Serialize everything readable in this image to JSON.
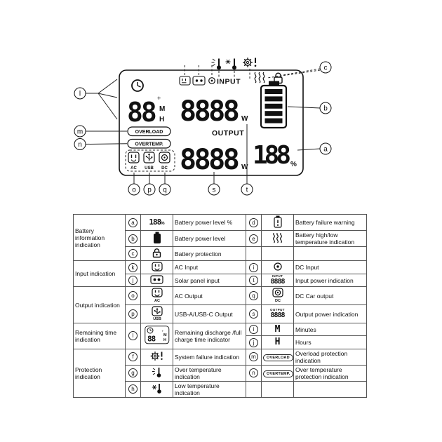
{
  "diagram": {
    "panel": {
      "time": {
        "digits": "88",
        "plus": "+",
        "m": "M",
        "h": "H"
      },
      "overload": "OVERLOAD",
      "overtemp": "OVERTEMP.",
      "input_label": "INPUT",
      "input_digits": "8888",
      "input_unit": "W",
      "output_label": "OUTPUT",
      "output_digits": "8888",
      "output_unit": "W",
      "battery_percent_digits": "188",
      "battery_percent_sign": "%",
      "ports": {
        "ac": "AC",
        "usb": "USB",
        "dc": "DC"
      }
    },
    "callouts": {
      "a": "a",
      "b": "b",
      "c": "c",
      "l": "l",
      "m": "m",
      "n": "n",
      "o": "o",
      "p": "p",
      "q": "q",
      "s": "s",
      "t": "t"
    }
  },
  "icons": {
    "clock-icon": "clock face",
    "battery-gauge-icon": "battery with level bars",
    "heat-waves-icon": "heat waves",
    "lock-icon": "padlock",
    "thermometer-hot-icon": "thermometer with heat rays",
    "thermometer-cold-icon": "thermometer with snowflake",
    "gear-alert-icon": "gear with exclamation mark",
    "ac-plug-icon": "AC plug in rounded square",
    "usb-icon": "USB trident in rounded square",
    "dc-socket-icon": "car socket in rounded square",
    "dc-input-icon": "circle with dot",
    "solar-input-icon": "connector with two dots",
    "battery-filled-icon": "solid battery",
    "battery-fail-icon": "battery with exclamation mark",
    "seven-segment-icon": "8888 digits"
  },
  "table": {
    "groups": [
      {
        "category": "Battery information indication"
      },
      {
        "category": "Input indication"
      },
      {
        "category": "Output indication"
      },
      {
        "category": "Remaining time indication"
      },
      {
        "category": "Protection indication"
      }
    ],
    "rows": [
      {
        "l1": "a",
        "d1": "Battery power level %",
        "l2": "d",
        "d2": "Battery failure warning"
      },
      {
        "l1": "b",
        "d1": "Battery power level",
        "l2": "e",
        "d2": "Battery high/low temperature indication"
      },
      {
        "l1": "c",
        "d1": "Battery protection",
        "l2": "",
        "d2": ""
      },
      {
        "l1": "k",
        "d1": "AC Input",
        "l2": "i",
        "d2": "DC Input"
      },
      {
        "l1": "j",
        "d1": "Solar panel input",
        "l2": "t",
        "d2": "Input power indication"
      },
      {
        "l1": "o",
        "d1": "AC Output",
        "l2": "q",
        "d2": "DC Car output"
      },
      {
        "l1": "p",
        "d1": "USB-A/USB-C Output",
        "l2": "s",
        "d2": "Output power indication"
      },
      {
        "l1": "l",
        "d1": "Remaining discharge /full charge time indicator",
        "l2": "i",
        "d2": "Minutes"
      },
      {
        "l2": "j",
        "d2": "Hours"
      },
      {
        "l1": "f",
        "d1": "System failure indication",
        "l2": "m",
        "d2": "Overload protection indication"
      },
      {
        "l1": "g",
        "d1": "Over temperature indication",
        "l2": "n",
        "d2": "Over temperature protection indication"
      },
      {
        "l1": "h",
        "d1": "Low temperature indication",
        "l2": "",
        "d2": ""
      }
    ],
    "icon_texts": {
      "battery_percent": "188",
      "percent": "%",
      "seg4": "8888",
      "input": "INPUT",
      "output": "OUTPUT",
      "minutes_sym": "M",
      "hours_sym": "H",
      "overload": "OVERLOAD",
      "overtemp": "OVERTEMP.",
      "ac": "AC",
      "usb": "USB",
      "dc": "DC",
      "clock_digits": "88",
      "clock_plus": "+",
      "clock_m": "M",
      "clock_h": "H"
    }
  }
}
